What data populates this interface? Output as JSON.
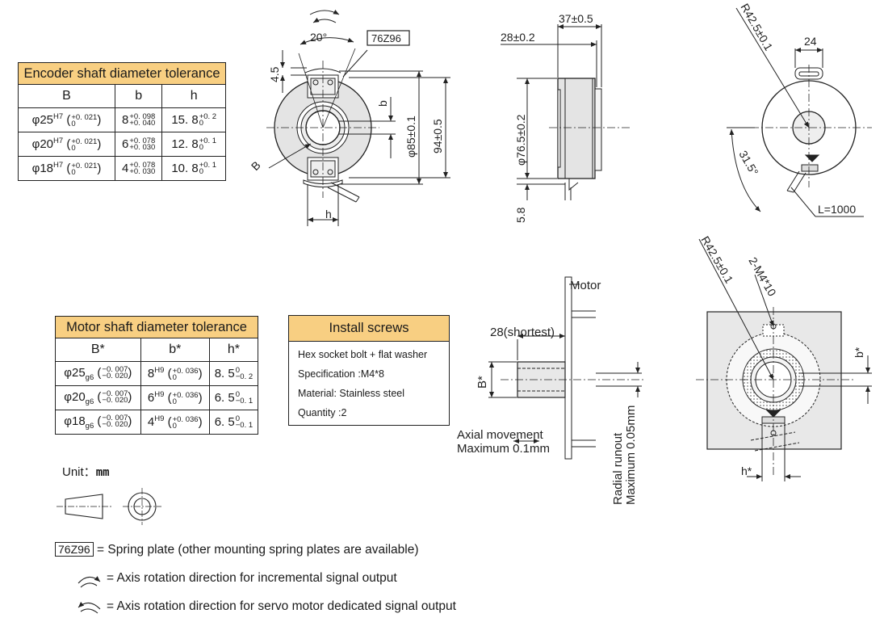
{
  "encoder_table": {
    "title": "Encoder shaft diameter tolerance",
    "headers": [
      "B",
      "b",
      "h"
    ],
    "rows": [
      {
        "B": "φ25",
        "B_fit": "H7",
        "B_up": "+0. 021",
        "B_lo": "0",
        "b": "8",
        "b_up": "+0. 098",
        "b_lo": "+0. 040",
        "h": "15. 8",
        "h_up": "+0. 2",
        "h_lo": "0"
      },
      {
        "B": "φ20",
        "B_fit": "H7",
        "B_up": "+0. 021",
        "B_lo": "0",
        "b": "6",
        "b_up": "+0. 078",
        "b_lo": "+0. 030",
        "h": "12. 8",
        "h_up": "+0. 1",
        "h_lo": "0"
      },
      {
        "B": "φ18",
        "B_fit": "H7",
        "B_up": "+0. 021",
        "B_lo": "0",
        "b": "4",
        "b_up": "+0. 078",
        "b_lo": "+0. 030",
        "h": "10. 8",
        "h_up": "+0. 1",
        "h_lo": "0"
      }
    ]
  },
  "motor_table": {
    "title": "Motor shaft diameter tolerance",
    "headers": [
      "B*",
      "b*",
      "h*"
    ],
    "rows": [
      {
        "B": "φ25",
        "B_fit": "g6",
        "B_up": "−0. 007",
        "B_lo": "−0. 020",
        "b": "8",
        "b_fit": "H9",
        "b_up": "+0. 036",
        "b_lo": "0",
        "h": "8. 5",
        "h_up": "0",
        "h_lo": "−0. 2"
      },
      {
        "B": "φ20",
        "B_fit": "g6",
        "B_up": "−0. 007",
        "B_lo": "−0. 020",
        "b": "6",
        "b_fit": "H9",
        "b_up": "+0. 036",
        "b_lo": "0",
        "h": "6. 5",
        "h_up": "0",
        "h_lo": "−0. 1"
      },
      {
        "B": "φ18",
        "B_fit": "g6",
        "B_up": "−0. 007",
        "B_lo": "−0. 020",
        "b": "4",
        "b_fit": "H9",
        "b_up": "+0. 036",
        "b_lo": "0",
        "h": "6. 5",
        "h_up": "0",
        "h_lo": "−0. 1"
      }
    ]
  },
  "install_screws": {
    "title": "Install screws",
    "lines": [
      "Hex socket bolt + flat washer",
      "Specification :M4*8",
      "Material: Stainless steel",
      "Quantity :2"
    ]
  },
  "unit": {
    "label": "Unit：",
    "value": "mm"
  },
  "legend": {
    "spring_code": "76Z96",
    "spring_text": "= Spring plate (other mounting spring plates are available)",
    "incremental_text": "= Axis rotation direction for incremental signal output",
    "servo_text": "= Axis rotation direction for servo motor dedicated signal output"
  },
  "dimensions": {
    "angle": "20°",
    "spring_tag": "76Z96",
    "d_45": "4.5",
    "d_b": "b",
    "d_phi85": "φ85±0.1",
    "d_94": "94±0.5",
    "d_B": "B",
    "d_h": "h",
    "d_37": "37±0.5",
    "d_28": "28±0.2",
    "d_phi765": "φ76.5±0.2",
    "d_58": "5.8",
    "d_R425": "R42.5±0.1",
    "d_24": "24",
    "d_315": "31.5°",
    "d_L": "L=1000",
    "motor": "Motor",
    "shortest": "28(shortest)",
    "d_Bstar": "B*",
    "axial1": "Axial movement",
    "axial2": "Maximum 0.1mm",
    "radial1": "Radial runout",
    "radial2": "Maximum 0.05mm",
    "d_R425b": "R42.5±0.1",
    "d_m4": "2-M4*10",
    "d_bstar": "b*",
    "d_hstar": "h*"
  },
  "colors": {
    "table_header": "#f8cf82",
    "line": "#222222",
    "body_fill": "#e8e8e8"
  }
}
